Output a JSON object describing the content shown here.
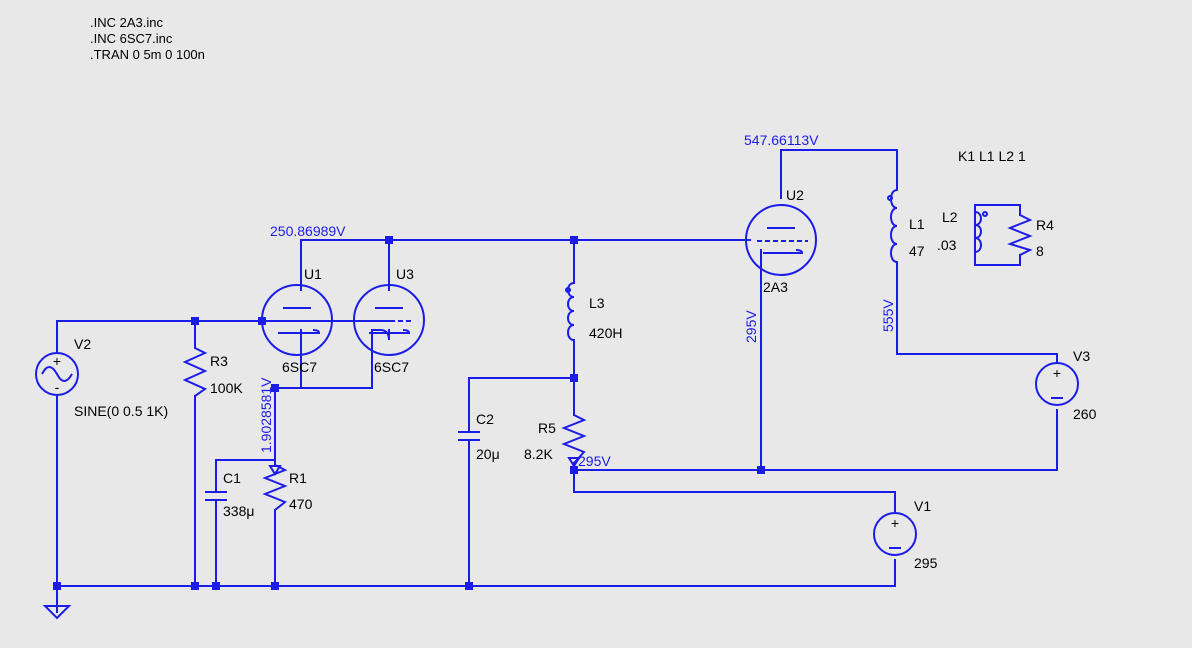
{
  "directives": [
    ".INC 2A3.inc",
    ".INC 6SC7.inc",
    ".TRAN 0 5m 0 100n"
  ],
  "coupling": "K1 L1 L2 1",
  "components": {
    "v2": {
      "ref": "V2",
      "value": "SINE(0 0.5 1K)"
    },
    "r3": {
      "ref": "R3",
      "value": "100K"
    },
    "u1": {
      "ref": "U1",
      "value": "6SC7"
    },
    "u3": {
      "ref": "U3",
      "value": "6SC7"
    },
    "c1": {
      "ref": "C1",
      "value": "338μ"
    },
    "r1": {
      "ref": "R1",
      "value": "470"
    },
    "c2": {
      "ref": "C2",
      "value": "20μ"
    },
    "l3": {
      "ref": "L3",
      "value": "420H"
    },
    "r5": {
      "ref": "R5",
      "value": "8.2K"
    },
    "u2": {
      "ref": "U2",
      "value": "2A3"
    },
    "l1": {
      "ref": "L1",
      "value": "47"
    },
    "l2": {
      "ref": "L2",
      "value": ".03"
    },
    "r4": {
      "ref": "R4",
      "value": "8"
    },
    "v3": {
      "ref": "V3",
      "value": "260"
    },
    "v1": {
      "ref": "V1",
      "value": "295"
    }
  },
  "net_voltages": {
    "preamp_plate": "250.86989V",
    "output_plate": "547.66113V",
    "cathode": "1.9028581V",
    "grid_bias": "295V",
    "supply_node": "295V",
    "output_supply": "555V"
  },
  "colors": {
    "wire": "#1c1ce8",
    "background": "#e8e8e8",
    "text": "#000000"
  }
}
